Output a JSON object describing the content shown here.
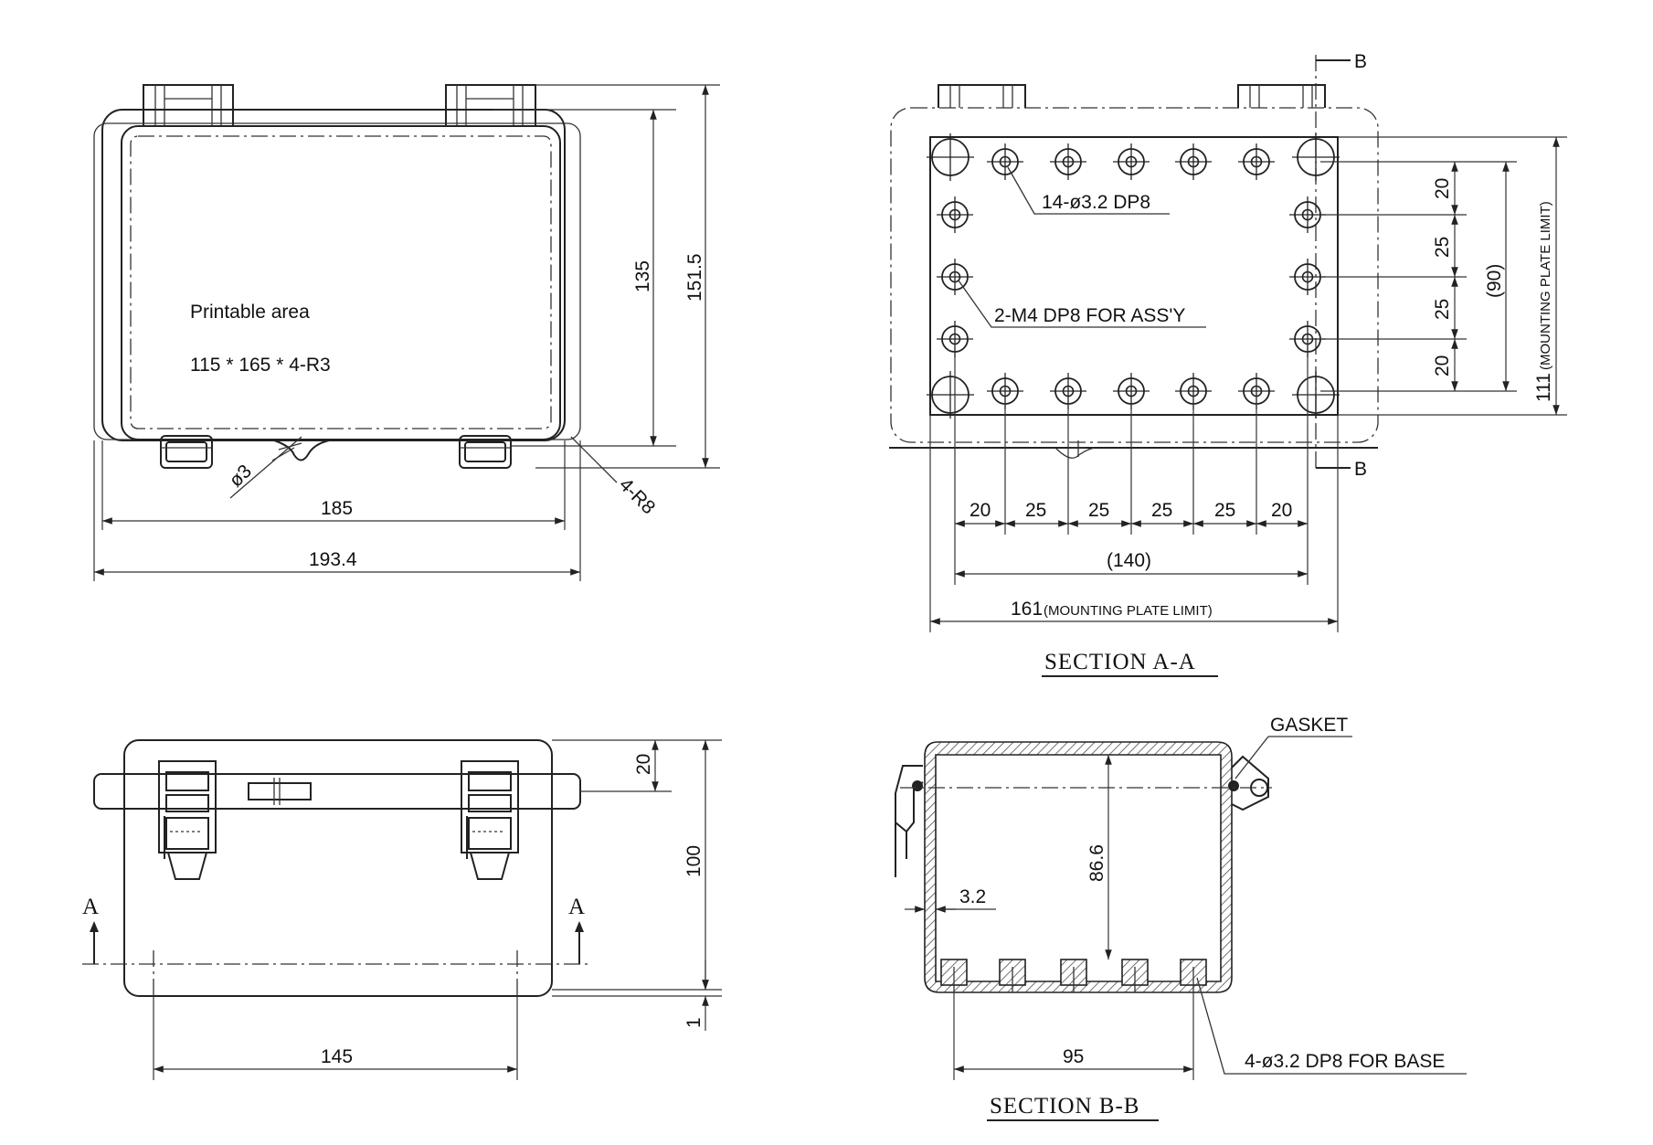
{
  "top_view": {
    "printable_label": "Printable area",
    "printable_dims": "115 * 165 * 4-R3",
    "dim_width_inner": "185",
    "dim_width_outer": "193.4",
    "dim_height_inner": "135",
    "dim_height_outer": "151.5",
    "dim_hole": "ø3",
    "dim_radius": "4-R8"
  },
  "section_aa": {
    "title": "SECTION A-A",
    "marker_b_top": "B",
    "marker_b_bottom": "B",
    "holes_note": "14-ø3.2 DP8",
    "assy_note": "2-M4 DP8 FOR ASS'Y",
    "vertical_dims": [
      "20",
      "25",
      "25",
      "20"
    ],
    "dim_90": "(90)",
    "dim_111": "111",
    "dim_111_note": "(MOUNTING PLATE LIMIT)",
    "horizontal_dims": [
      "20",
      "25",
      "25",
      "25",
      "25",
      "20"
    ],
    "dim_140": "(140)",
    "dim_161": "161",
    "dim_161_note": "(MOUNTING PLATE LIMIT)"
  },
  "front_view": {
    "marker_a_left": "A",
    "marker_a_right": "A",
    "dim_lid": "20",
    "dim_height": "100",
    "dim_base": "1",
    "dim_width": "145"
  },
  "section_bb": {
    "title": "SECTION B-B",
    "gasket_label": "GASKET",
    "dim_wall": "3.2",
    "dim_depth": "86.6",
    "dim_width": "95",
    "base_note": "4-ø3.2 DP8 FOR BASE"
  }
}
